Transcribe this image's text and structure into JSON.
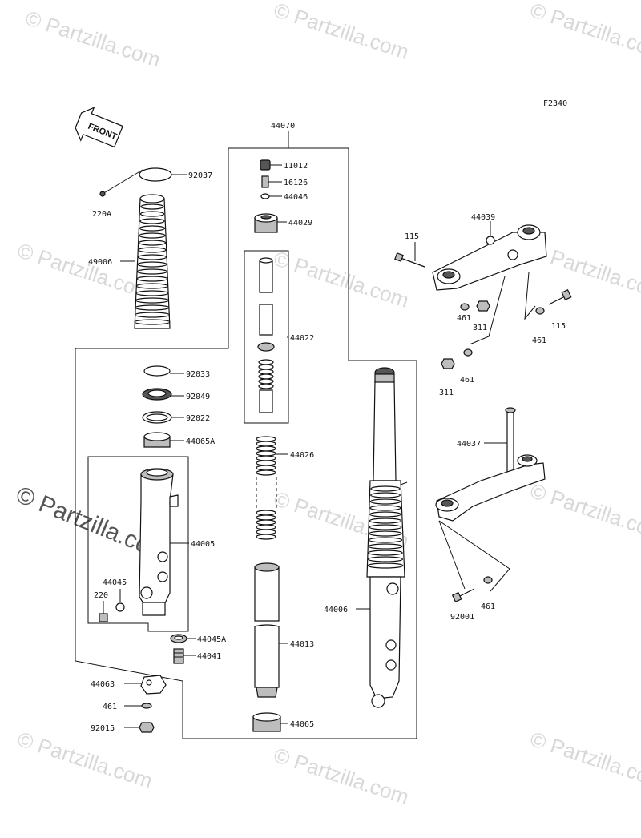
{
  "figure_code": "F2340",
  "front_badge": "FRONT",
  "watermark_text": "© Partzilla.com",
  "assembly_label": "44070",
  "part_labels": {
    "p92037": "92037",
    "p220A": "220A",
    "p49006": "49006",
    "p11012": "11012",
    "p16126": "16126",
    "p44046": "44046",
    "p44029": "44029",
    "p44022": "44022",
    "p92033": "92033",
    "p92049": "92049",
    "p92022": "92022",
    "p44065A": "44065A",
    "p44026": "44026",
    "p44005": "44005",
    "p44045": "44045",
    "p220": "220",
    "p44045A": "44045A",
    "p44041": "44041",
    "p44063": "44063",
    "p461a": "461",
    "p92015": "92015",
    "p44013": "44013",
    "p44065": "44065",
    "p44006": "44006",
    "p44039": "44039",
    "p115a": "115",
    "p461b": "461",
    "p311a": "311",
    "p461c": "461",
    "p115b": "115",
    "p311b": "311",
    "p461d": "461",
    "p44037": "44037",
    "p92001": "92001",
    "p461e": "461"
  },
  "colors": {
    "line": "#111111",
    "watermark": "#d8d8d8",
    "shade": "#bdbdbd"
  }
}
